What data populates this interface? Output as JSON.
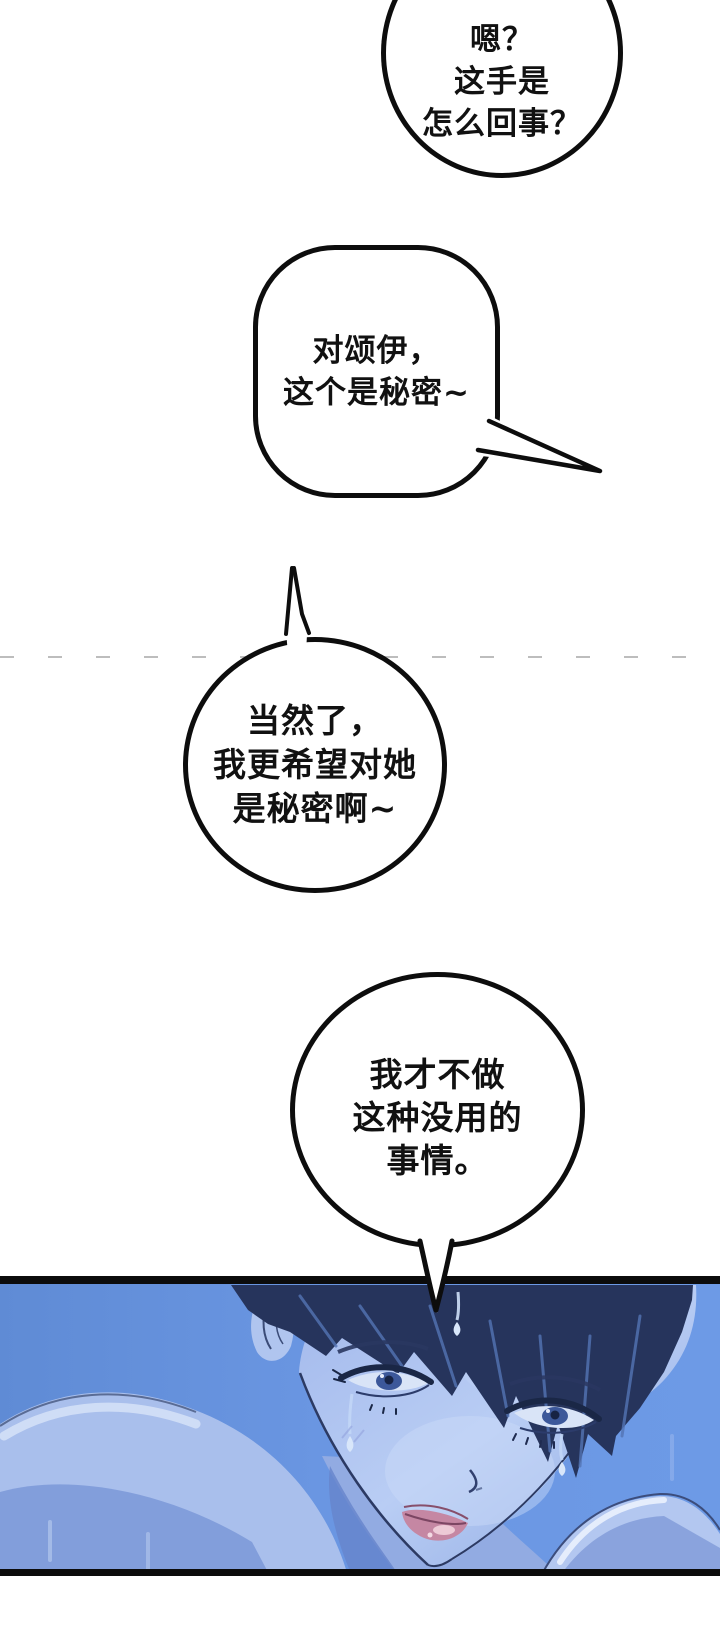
{
  "page": {
    "type": "comic-page",
    "background": "#ffffff",
    "ink": "#0d0d0d"
  },
  "speech_bubbles": [
    {
      "shape": "circle-cropped-at-top",
      "lines": [
        "嗯？",
        "这手是",
        "怎么回事？"
      ]
    },
    {
      "shape": "rounded-square-tail-right",
      "lines": [
        "对颂伊，",
        "这个是秘密~"
      ]
    },
    {
      "shape": "circle-spike-top",
      "lines": [
        "当然了，",
        "我更希望对她",
        "是秘密啊~"
      ]
    },
    {
      "shape": "circle-tail-bottom",
      "lines": [
        "我才不做",
        "这种没用的",
        "事情。"
      ]
    }
  ],
  "divider": {
    "type": "dashed-line",
    "color": "#bdbdbd"
  },
  "panel": {
    "palette": {
      "background_blue": "#6a96e2",
      "hair": "#26345c",
      "skin": "#b9cdf4",
      "skin_shadow": "#7f9ad8",
      "lips": "#c587a3",
      "outline": "#2c3a63",
      "border": "#0c0c0c"
    }
  }
}
